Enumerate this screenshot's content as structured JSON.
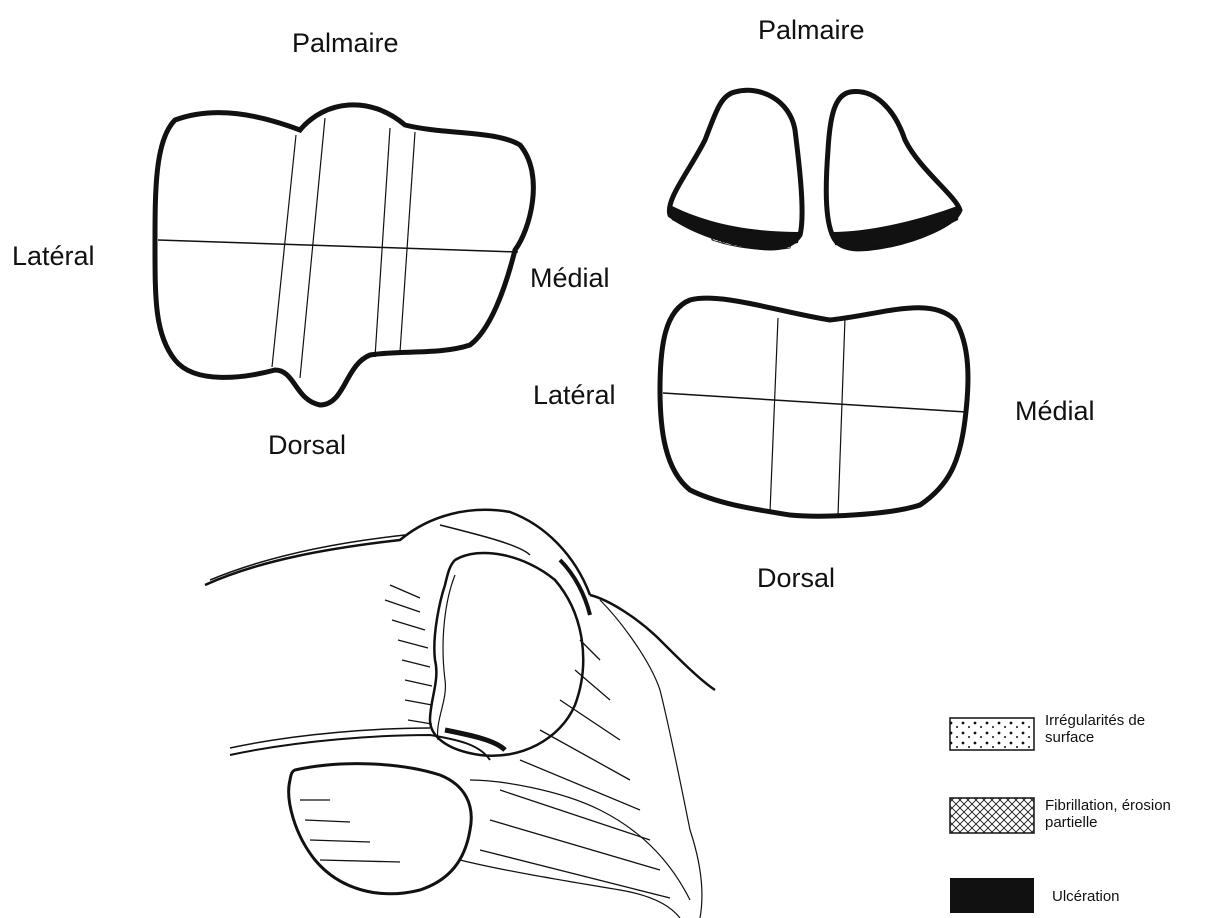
{
  "left_view": {
    "top_label": "Palmaire",
    "left_label": "Latéral",
    "right_label": "Médial",
    "bottom_label": "Dorsal"
  },
  "right_view": {
    "top_label": "Palmaire",
    "left_label": "Latéral",
    "right_label": "Médial",
    "bottom_label": "Dorsal"
  },
  "legend": {
    "items": [
      {
        "line1": "Irrégularités de",
        "line2": "surface"
      },
      {
        "line1": "Fibrillation, érosion",
        "line2": "partielle"
      },
      {
        "line1": "Ulcération",
        "line2": ""
      }
    ]
  }
}
